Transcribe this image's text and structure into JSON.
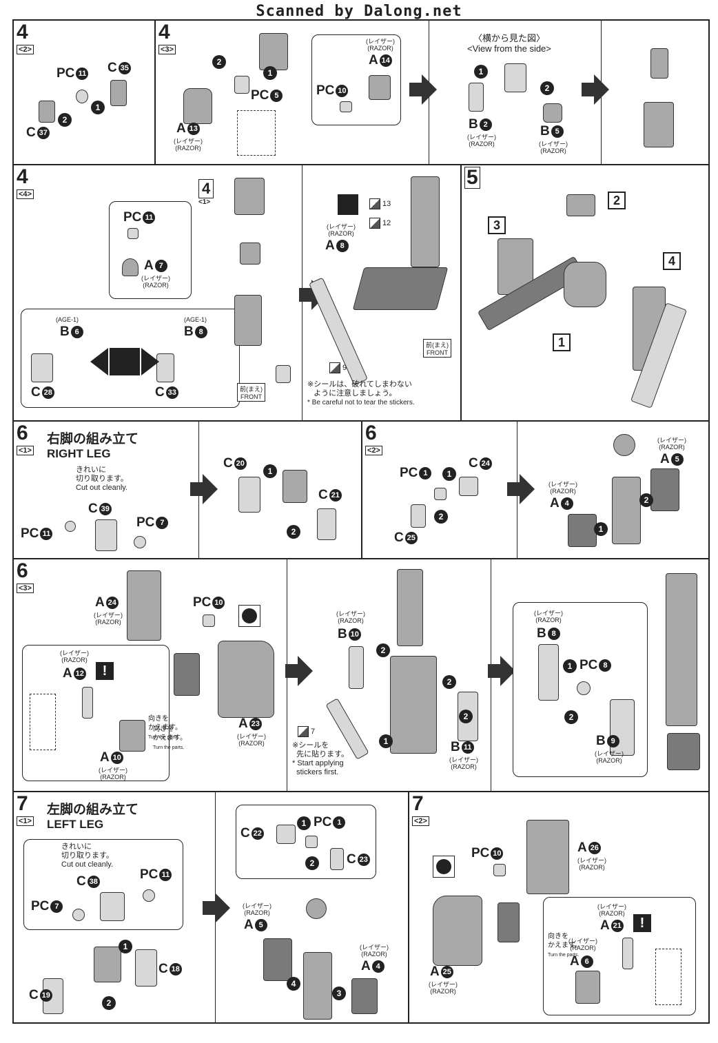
{
  "header": "Scanned by Dalong.net",
  "panels": {
    "p42": {
      "step": "4",
      "sub": "<2>",
      "labels": {
        "pc": "PC",
        "pc_num": "11",
        "c_top": "C",
        "c_top_num": "35",
        "c_bot": "C",
        "c_bot_num": "37"
      }
    },
    "p43": {
      "step": "4",
      "sub": "<3>",
      "labels": {
        "a13": "A",
        "a13_num": "13",
        "razor_jp": "(レイザー)",
        "razor_en": "(RAZOR)",
        "pc5": "PC",
        "pc5_num": "5",
        "a14": "A",
        "a14_num": "14",
        "pc10": "PC",
        "pc10_num": "10",
        "side_jp": "〈横から見た図〉",
        "side_en": "<View from the side>",
        "b2": "B",
        "b2_num": "2",
        "b5": "B",
        "b5_num": "5"
      }
    },
    "p44": {
      "step": "4",
      "sub": "<4>",
      "labels": {
        "pc11": "PC",
        "pc11_num": "11",
        "a7": "A",
        "a7_num": "7",
        "age1": "(AGE-1)",
        "b6": "B",
        "b6_num": "6",
        "b8": "B",
        "b8_num": "8",
        "c28": "C",
        "c28_num": "28",
        "c33": "C",
        "c33_num": "33",
        "step41": "4",
        "step41_sub": "<1>",
        "front_jp": "前(まえ)",
        "front_en": "FRONT",
        "a8": "A",
        "a8_num": "8",
        "stk13": "13",
        "stk12": "12",
        "stk9": "9",
        "note_jp1": "※シールは、破れてしまわない",
        "note_jp2": "ように注意しましょう。",
        "note_en": "* Be careful not to tear the stickers."
      }
    },
    "p5": {
      "step": "5",
      "sq1": "1",
      "sq2": "2",
      "sq3": "3",
      "sq4": "4"
    },
    "p61": {
      "step": "6",
      "sub": "<1>",
      "title_jp": "右脚の組み立て",
      "title_en": "RIGHT LEG",
      "cut_jp1": "きれいに",
      "cut_jp2": "切り取ります。",
      "cut_en": "Cut out cleanly.",
      "c39": "C",
      "c39_num": "39",
      "pc11": "PC",
      "pc11_num": "11",
      "pc7": "PC",
      "pc7_num": "7",
      "c20": "C",
      "c20_num": "20",
      "c21": "C",
      "c21_num": "21"
    },
    "p62": {
      "step": "6",
      "sub": "<2>",
      "pc1": "PC",
      "pc1_num": "1",
      "c24": "C",
      "c24_num": "24",
      "c25": "C",
      "c25_num": "25",
      "a5": "A",
      "a5_num": "5",
      "a4": "A",
      "a4_num": "4"
    },
    "p63": {
      "step": "6",
      "sub": "<3>",
      "a24": "A",
      "a24_num": "24",
      "pc10": "PC",
      "pc10_num": "10",
      "a12": "A",
      "a12_num": "12",
      "a10": "A",
      "a10_num": "10",
      "turn_jp1": "向きを",
      "turn_jp2": "かえます。",
      "turn_en": "Turn the parts.",
      "a23": "A",
      "a23_num": "23",
      "b10": "B",
      "b10_num": "10",
      "b11": "B",
      "b11_num": "11",
      "stk7": "7",
      "note_jp1": "※シールを",
      "note_jp2": "先に貼ります。",
      "note_en1": "* Start applying",
      "note_en2": "stickers first.",
      "b8": "B",
      "b8_num": "8",
      "pc8": "PC",
      "pc8_num": "8",
      "b9": "B",
      "b9_num": "9"
    },
    "p71": {
      "step": "7",
      "sub": "<1>",
      "title_jp": "左脚の組み立て",
      "title_en": "LEFT LEG",
      "cut_jp1": "きれいに",
      "cut_jp2": "切り取ります。",
      "cut_en": "Cut out cleanly.",
      "c38": "C",
      "c38_num": "38",
      "pc11": "PC",
      "pc11_num": "11",
      "pc7": "PC",
      "pc7_num": "7",
      "c18": "C",
      "c18_num": "18",
      "c19": "C",
      "c19_num": "19",
      "c22": "C",
      "c22_num": "22",
      "pc1": "PC",
      "pc1_num": "1",
      "c23": "C",
      "c23_num": "23",
      "a5": "A",
      "a5_num": "5",
      "a4": "A",
      "a4_num": "4"
    },
    "p72": {
      "step": "7",
      "sub": "<2>",
      "pc10": "PC",
      "pc10_num": "10",
      "a26": "A",
      "a26_num": "26",
      "a25": "A",
      "a25_num": "25",
      "a21": "A",
      "a21_num": "21",
      "a6": "A",
      "a6_num": "6",
      "turn_jp1": "向きを",
      "turn_jp2": "かえます。",
      "turn_en": "Turn the parts."
    }
  },
  "razor_jp": "(レイザー)",
  "razor_en": "(RAZOR)",
  "excl": "!"
}
